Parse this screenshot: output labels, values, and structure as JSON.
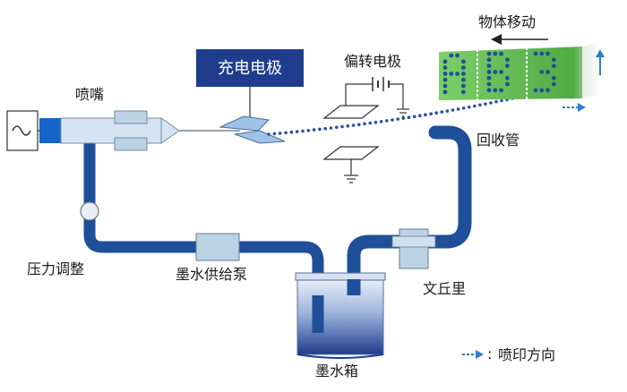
{
  "labels": {
    "charging_electrode": "充电电极",
    "nozzle": "喷嘴",
    "deflection_electrode": "偏转电极",
    "object_movement": "物体移动",
    "recovery_pipe": "回收管",
    "pressure_regulator": "压力调整",
    "ink_supply_pump": "墨水供给泵",
    "venturi": "文丘里",
    "ink_tank": "墨水箱",
    "print_direction": "喷印方向"
  },
  "legend": {
    "arrow_separator": ":"
  },
  "printed_characters": [
    "A",
    "B",
    "3"
  ],
  "colors": {
    "pipe": "#1f4f98",
    "charging_box": "#1f3d8c",
    "component_fill": "#bcd3e6",
    "nozzle_body": "#d5e4f2",
    "nozzle_tip": "#1565c8",
    "ink_drop": "#2a4fa8",
    "print_panel": "#5fb94f",
    "arrow": "#2a7fd0",
    "ink_gradient_top": "#e8eef8",
    "ink_gradient_bottom": "#1f3d8c"
  }
}
